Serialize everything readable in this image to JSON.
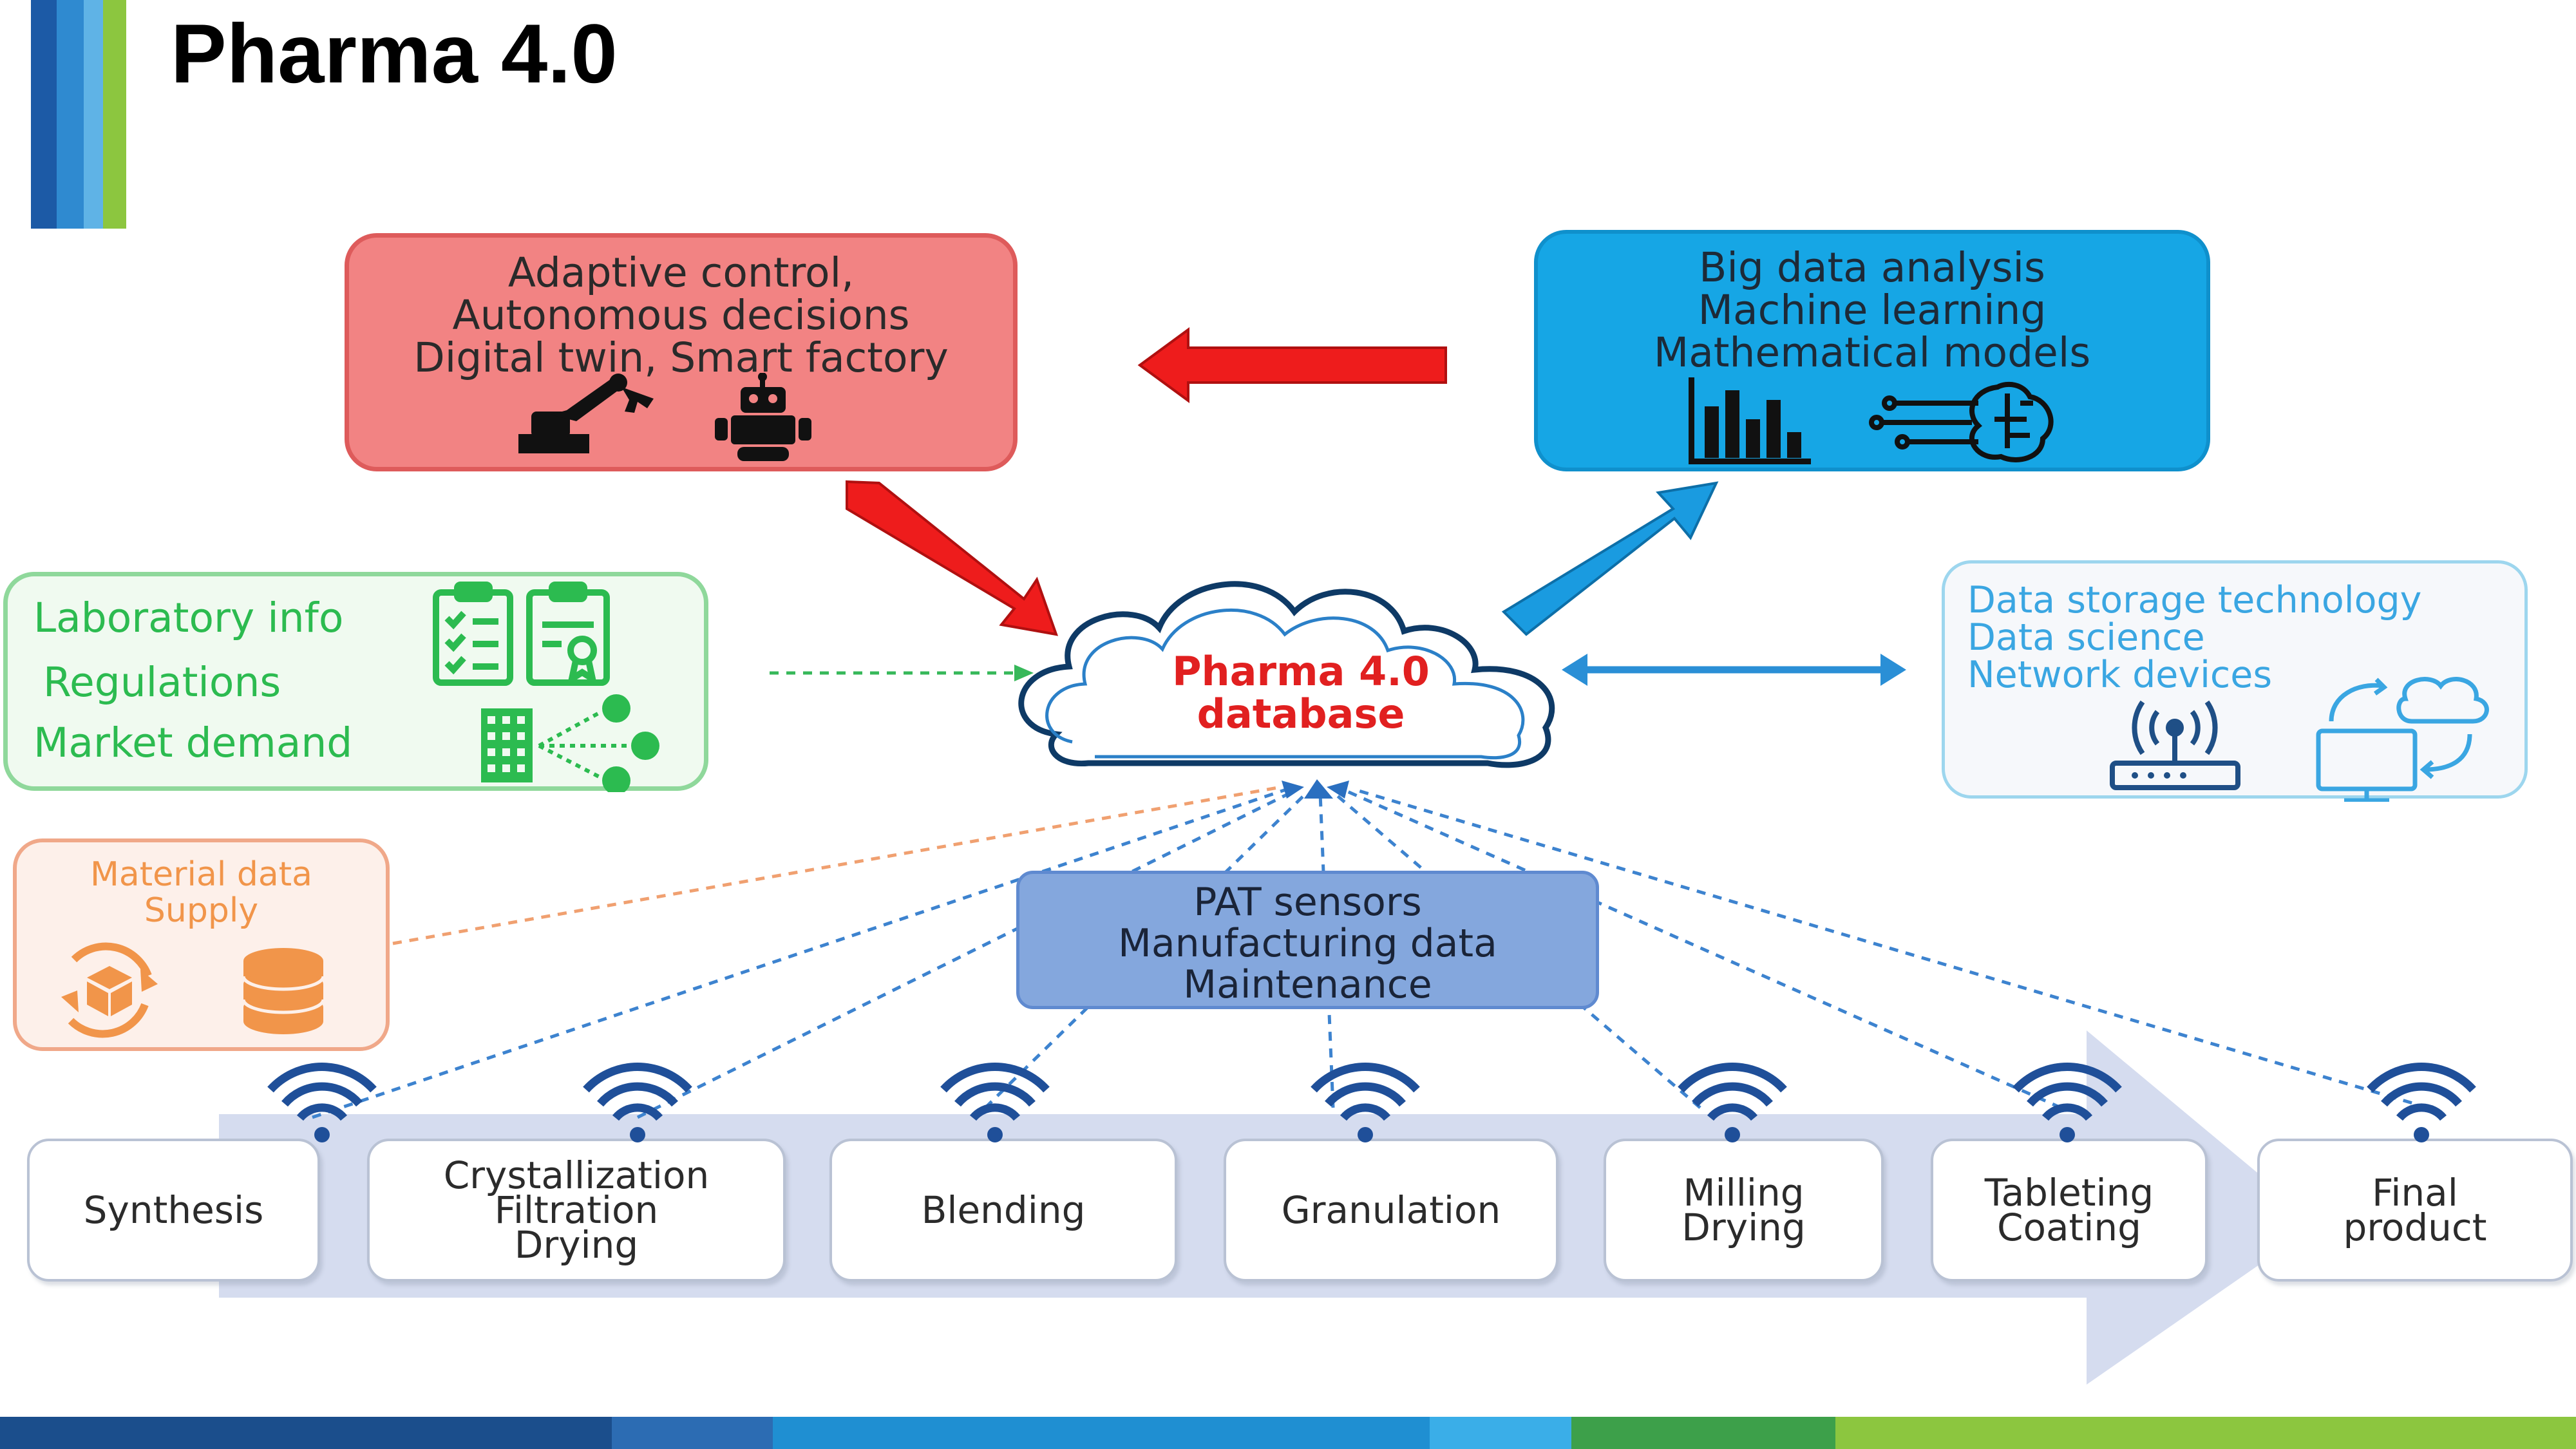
{
  "title": "Pharma 4.0",
  "colors": {
    "accent_blue": "#1c5aa6",
    "accent_green": "#8cc63f",
    "red_arrow": "#ee1c1c",
    "blue_arrow": "#1a9be0",
    "cloud_text": "#e12020"
  },
  "control_box": {
    "lines": [
      "Adaptive control,",
      "Autonomous  decisions",
      "Digital twin, Smart factory"
    ],
    "icons": [
      "robotic-arm-icon",
      "robot-icon"
    ]
  },
  "analysis_box": {
    "lines": [
      "Big data analysis",
      "Machine learning",
      "Mathematical models"
    ],
    "icons": [
      "bar-chart-icon",
      "ai-brain-icon"
    ]
  },
  "lab_box": {
    "lines": [
      "Laboratory info",
      "Regulations",
      "Market demand"
    ],
    "icons": [
      "clipboard-checklist-icon",
      "certificate-icon",
      "building-network-icon"
    ]
  },
  "storage_box": {
    "lines": [
      "Data storage technology",
      "Data science",
      "Network devices"
    ],
    "icons": [
      "wireless-router-icon",
      "cloud-computer-icon"
    ]
  },
  "material_box": {
    "lines": [
      "Material data",
      "Supply"
    ],
    "icons": [
      "package-cycle-icon",
      "database-icon"
    ]
  },
  "database": {
    "lines": [
      "Pharma 4.0",
      "database"
    ]
  },
  "pat_box": {
    "lines": [
      "PAT sensors",
      "Manufacturing  data",
      "Maintenance"
    ]
  },
  "process_steps": [
    "Synthesis",
    "Crystallization\nFiltration\nDrying",
    "Blending",
    "Granulation",
    "Milling\nDrying",
    "Tableting\nCoating",
    "Final\nproduct"
  ]
}
